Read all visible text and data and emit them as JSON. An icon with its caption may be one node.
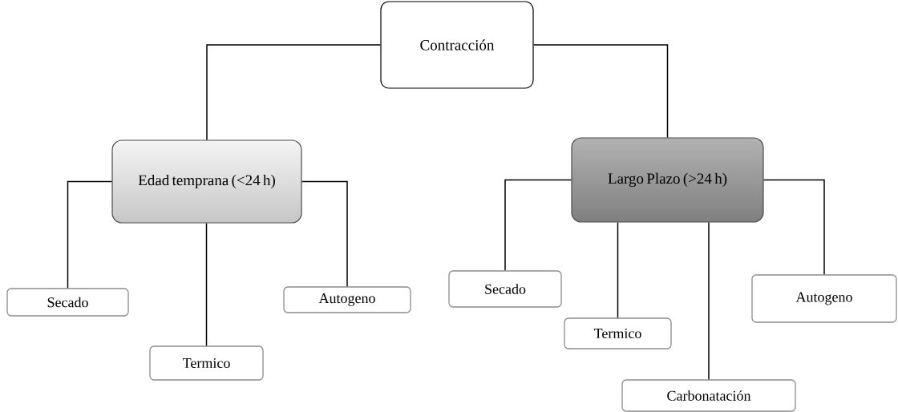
{
  "diagram": {
    "nodes": [
      {
        "text": [
          "Contracción"
        ]
      },
      {
        "text": [
          "Edad temprana (<24 h)"
        ]
      },
      {
        "text": [
          "Largo Plazo (>24 h)"
        ]
      },
      {
        "text": [
          "Secado"
        ]
      },
      {
        "text": [
          "Termico"
        ]
      },
      {
        "text": [
          "Autogeno"
        ]
      },
      {
        "text": [
          "Secado"
        ]
      },
      {
        "text": [
          "Termico"
        ]
      },
      {
        "text": [
          "Carbonatación"
        ]
      },
      {
        "text": [
          "Autogeno"
        ]
      }
    ],
    "edges": [
      {
        "from": 0,
        "to": 1,
        "arrow": "none"
      },
      {
        "from": 0,
        "to": 2,
        "arrow": "none"
      },
      {
        "from": 1,
        "to": 3,
        "arrow": "none"
      },
      {
        "from": 1,
        "to": 4,
        "arrow": "none"
      },
      {
        "from": 1,
        "to": 5,
        "arrow": "none"
      },
      {
        "from": 2,
        "to": 6,
        "arrow": "none"
      },
      {
        "from": 2,
        "to": 7,
        "arrow": "none"
      },
      {
        "from": 2,
        "to": 8,
        "arrow": "none"
      },
      {
        "from": 2,
        "to": 9,
        "arrow": "none"
      }
    ]
  }
}
